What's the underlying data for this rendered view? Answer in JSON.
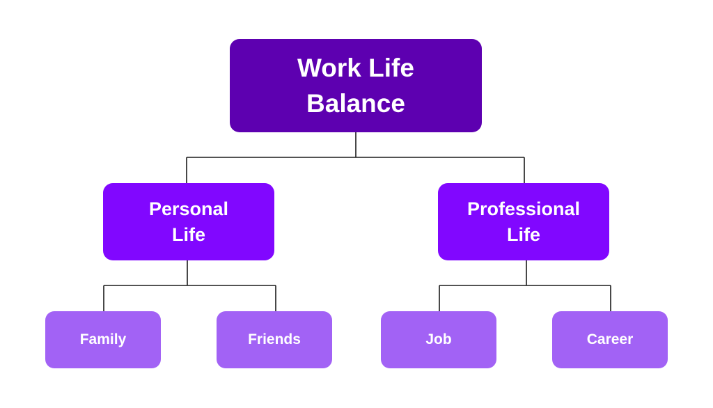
{
  "diagram": {
    "root": {
      "label": "Work Life\nBalance"
    },
    "branches": [
      {
        "label": "Personal\nLife",
        "children": [
          "Family",
          "Friends"
        ]
      },
      {
        "label": "Professional\nLife",
        "children": [
          "Job",
          "Career"
        ]
      }
    ]
  },
  "colors": {
    "root": "#5d00b0",
    "branch": "#8107ff",
    "leaf": "#a262f5",
    "connector": "#1a1a1a",
    "text": "#ffffff"
  }
}
